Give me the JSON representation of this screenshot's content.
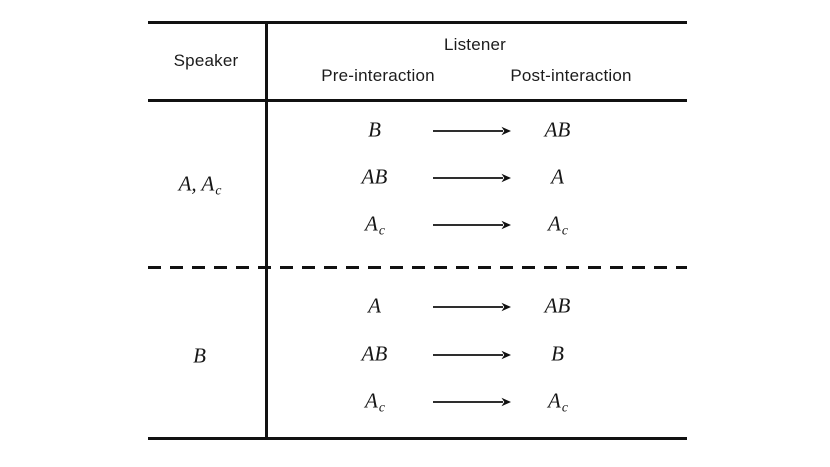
{
  "colors": {
    "ink": "#111111",
    "bg": "#ffffff"
  },
  "header": {
    "speaker": "Speaker",
    "listener": "Listener",
    "pre": "Pre-interaction",
    "post": "Post-interaction"
  },
  "sections": [
    {
      "speaker": {
        "base": "A, A",
        "sub": "c"
      },
      "rows": [
        {
          "pre": {
            "base": "B",
            "sub": ""
          },
          "post": {
            "base": "AB",
            "sub": ""
          }
        },
        {
          "pre": {
            "base": "AB",
            "sub": ""
          },
          "post": {
            "base": "A",
            "sub": ""
          }
        },
        {
          "pre": {
            "base": "A",
            "sub": "c"
          },
          "post": {
            "base": "A",
            "sub": "c"
          }
        }
      ]
    },
    {
      "speaker": {
        "base": "B",
        "sub": ""
      },
      "rows": [
        {
          "pre": {
            "base": "A",
            "sub": ""
          },
          "post": {
            "base": "AB",
            "sub": ""
          }
        },
        {
          "pre": {
            "base": "AB",
            "sub": ""
          },
          "post": {
            "base": "B",
            "sub": ""
          }
        },
        {
          "pre": {
            "base": "A",
            "sub": "c"
          },
          "post": {
            "base": "A",
            "sub": "c"
          }
        }
      ]
    }
  ]
}
